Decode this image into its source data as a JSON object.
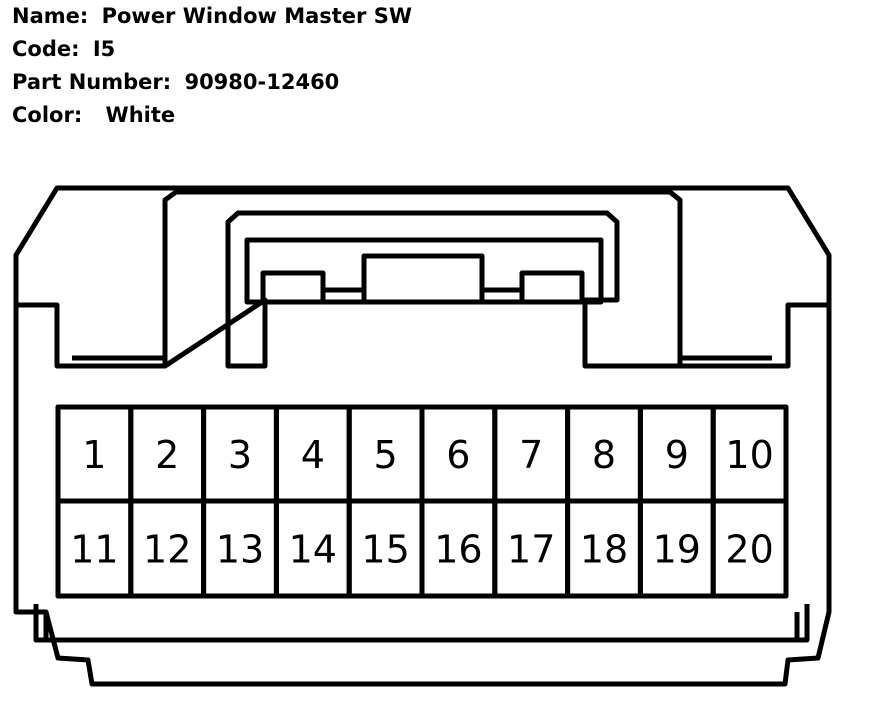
{
  "info": {
    "name_label": "Name:",
    "name_value": "Power Window Master SW",
    "code_label": "Code:",
    "code_value": "I5",
    "part_label": "Part Number:",
    "part_value": "90980-12460",
    "color_label": "Color:",
    "color_value": "White"
  },
  "pins": {
    "top_row": [
      "1",
      "2",
      "3",
      "4",
      "5",
      "6",
      "7",
      "8",
      "9",
      "10"
    ],
    "bottom_row": [
      "11",
      "12",
      "13",
      "14",
      "15",
      "16",
      "17",
      "18",
      "19",
      "20"
    ]
  },
  "colors": {
    "line": "#000000",
    "background": "#ffffff"
  }
}
